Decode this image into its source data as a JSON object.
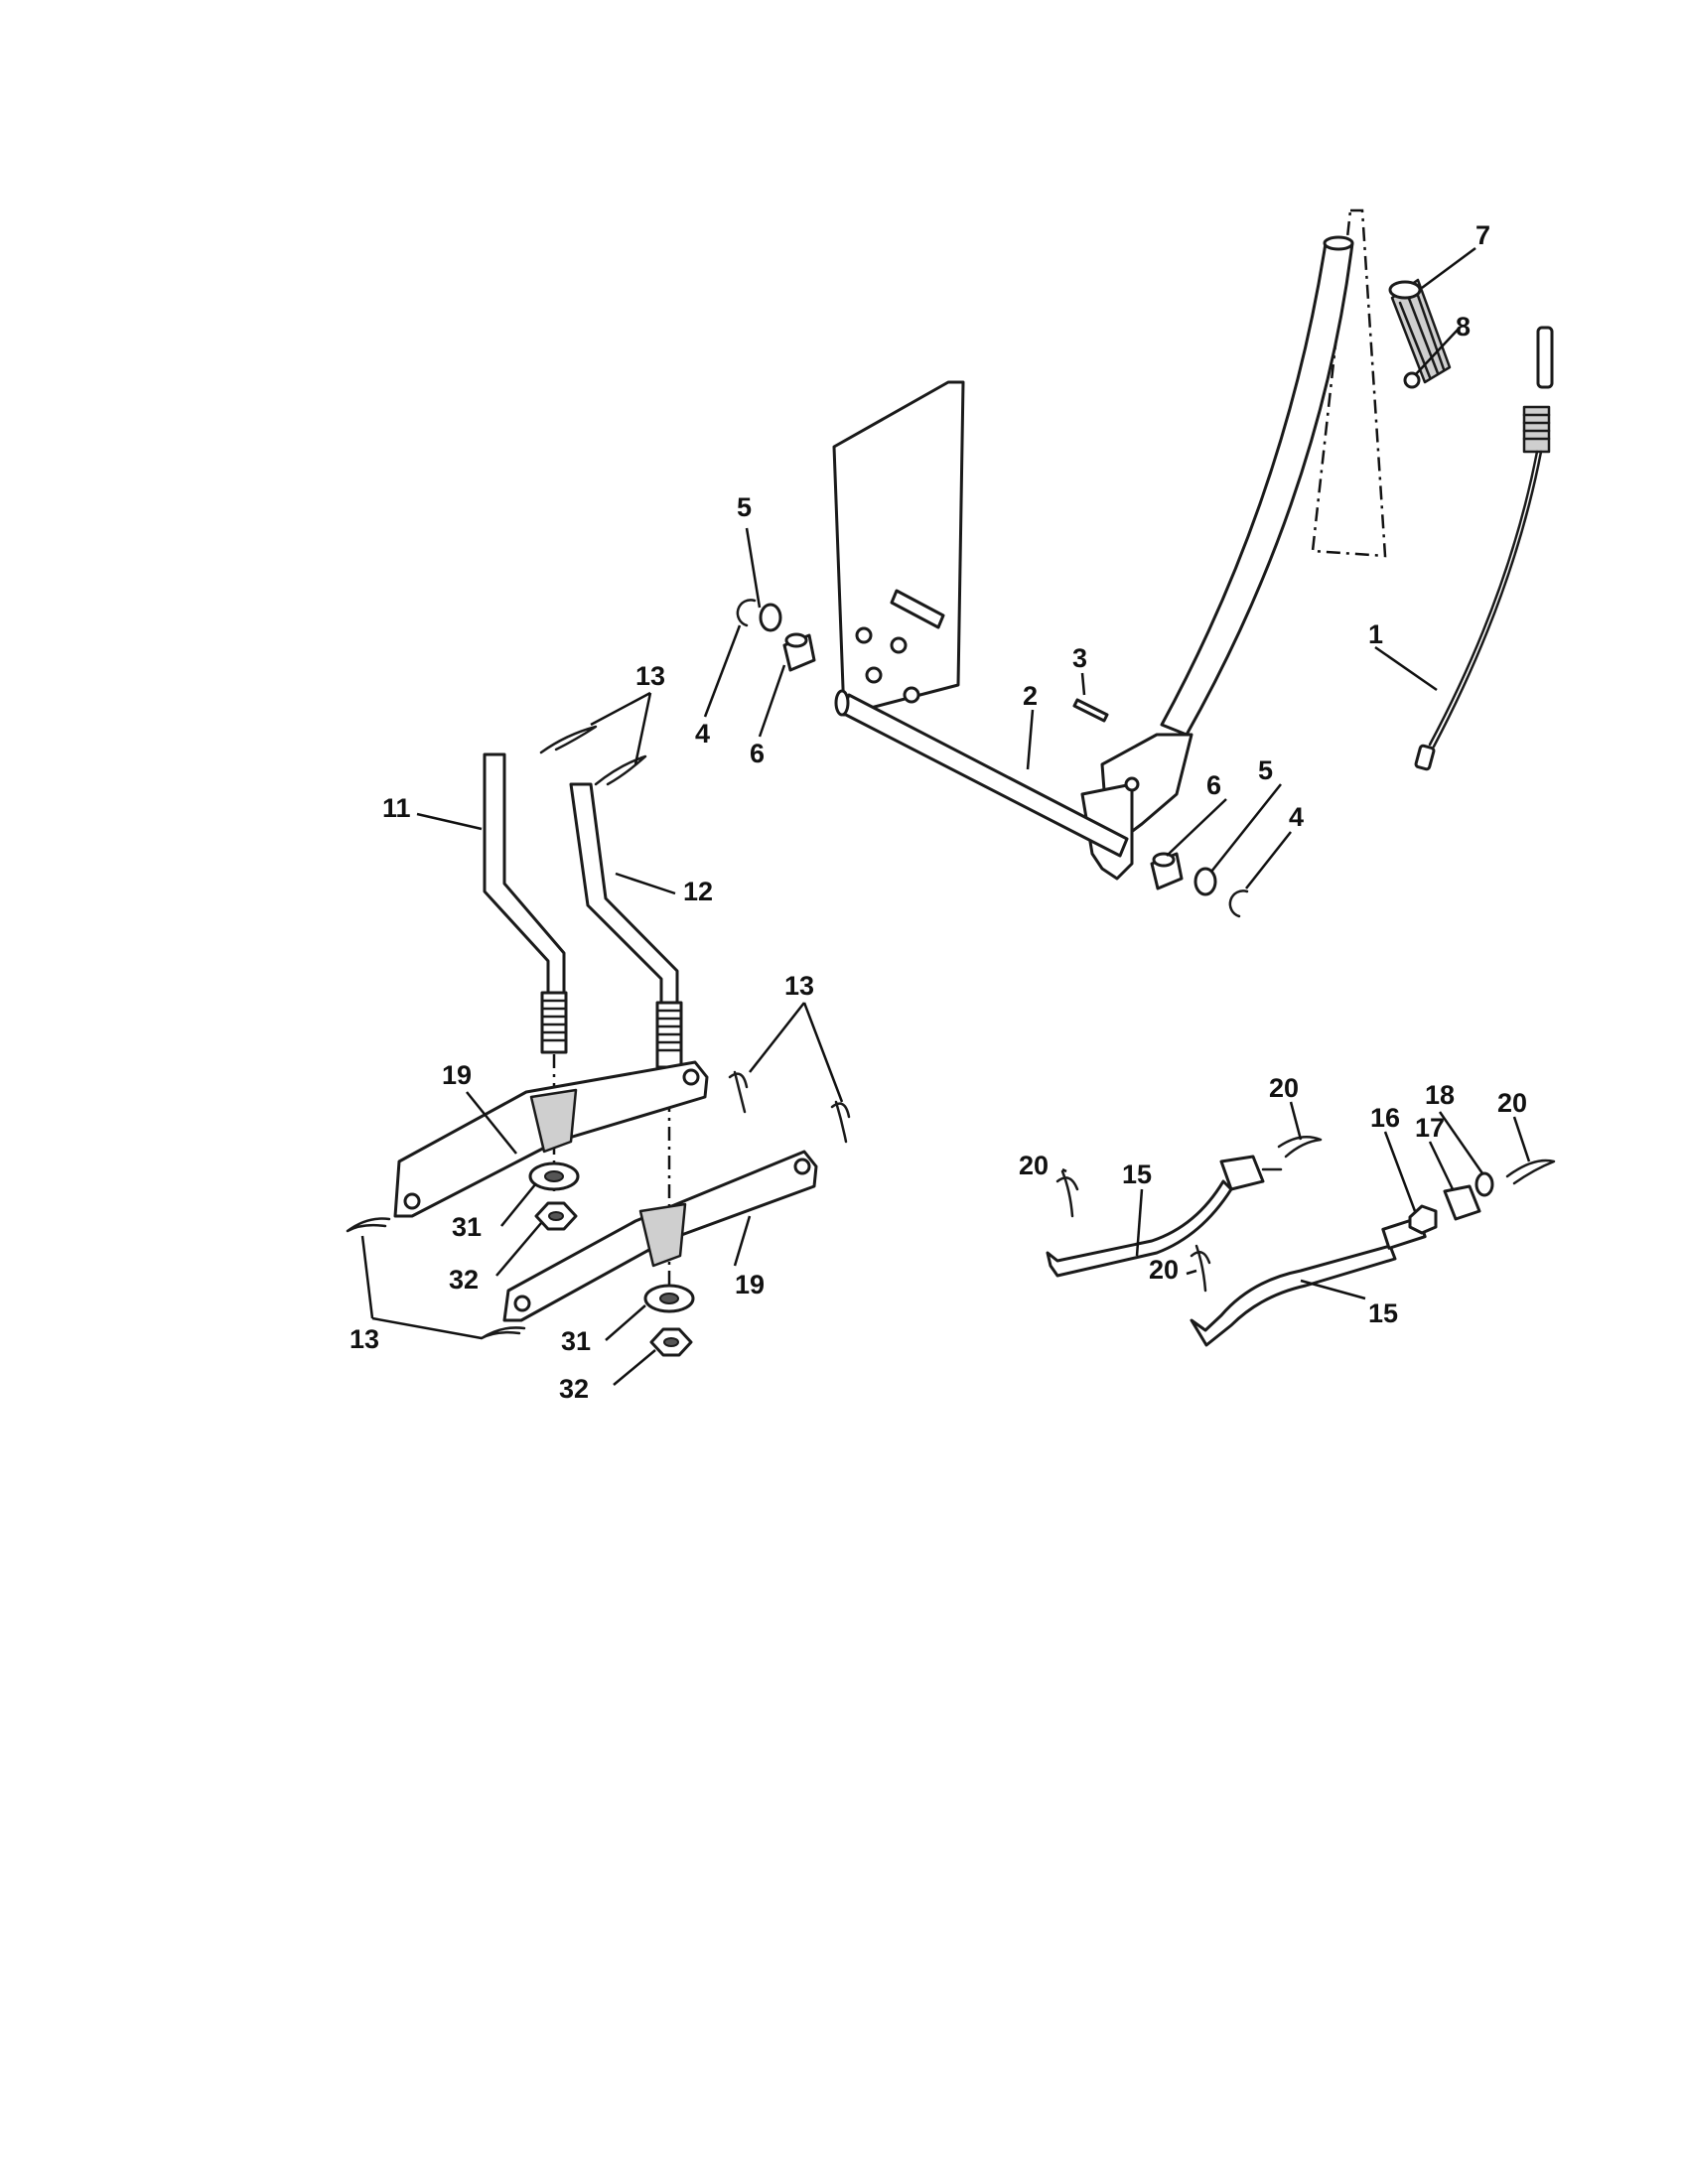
{
  "diagram": {
    "callouts": [
      {
        "id": "c1",
        "label": "1"
      },
      {
        "id": "c2",
        "label": "2"
      },
      {
        "id": "c3",
        "label": "3"
      },
      {
        "id": "c4a",
        "label": "4"
      },
      {
        "id": "c4b",
        "label": "4"
      },
      {
        "id": "c5a",
        "label": "5"
      },
      {
        "id": "c5b",
        "label": "5"
      },
      {
        "id": "c6a",
        "label": "6"
      },
      {
        "id": "c6b",
        "label": "6"
      },
      {
        "id": "c7",
        "label": "7"
      },
      {
        "id": "c8",
        "label": "8"
      },
      {
        "id": "c11",
        "label": "11"
      },
      {
        "id": "c12",
        "label": "12"
      },
      {
        "id": "c13a",
        "label": "13"
      },
      {
        "id": "c13b",
        "label": "13"
      },
      {
        "id": "c13c",
        "label": "13"
      },
      {
        "id": "c15a",
        "label": "15"
      },
      {
        "id": "c15b",
        "label": "15"
      },
      {
        "id": "c16",
        "label": "16"
      },
      {
        "id": "c17",
        "label": "17"
      },
      {
        "id": "c18",
        "label": "18"
      },
      {
        "id": "c19a",
        "label": "19"
      },
      {
        "id": "c19b",
        "label": "19"
      },
      {
        "id": "c20a",
        "label": "20"
      },
      {
        "id": "c20b",
        "label": "20"
      },
      {
        "id": "c20c",
        "label": "20"
      },
      {
        "id": "c20d",
        "label": "20"
      },
      {
        "id": "c31a",
        "label": "31"
      },
      {
        "id": "c31b",
        "label": "31"
      },
      {
        "id": "c32a",
        "label": "32"
      },
      {
        "id": "c32b",
        "label": "32"
      }
    ]
  }
}
